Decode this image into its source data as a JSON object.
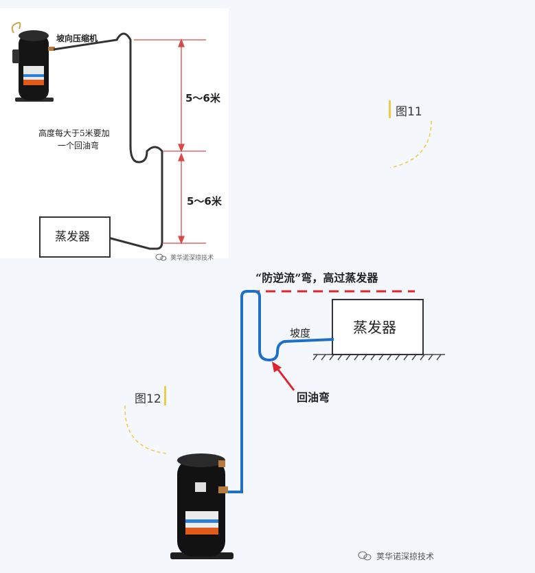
{
  "figure11": {
    "caption": "图11",
    "compressor_label": "坡向压缩机",
    "note_line1": "高度每大于5米要加",
    "note_line2": "一个回油弯",
    "height_upper": "5～6米",
    "height_lower": "5～6米",
    "evaporator_label": "蒸发器",
    "watermark": "荚华诺深掠技术"
  },
  "figure12": {
    "caption": "图12",
    "anti_backflow_label": "“防逆流”弯，高过蒸发器",
    "slope_label": "坡度",
    "evaporator_label": "蒸发器",
    "oil_trap_label": "回油弯",
    "watermark": "荚华诺深掠技术"
  },
  "colors": {
    "pipe_blue": "#1e6fc6",
    "dash_red": "#e0242e",
    "dim_red": "#d84a4a",
    "caption_bar": "#f2c94c"
  }
}
